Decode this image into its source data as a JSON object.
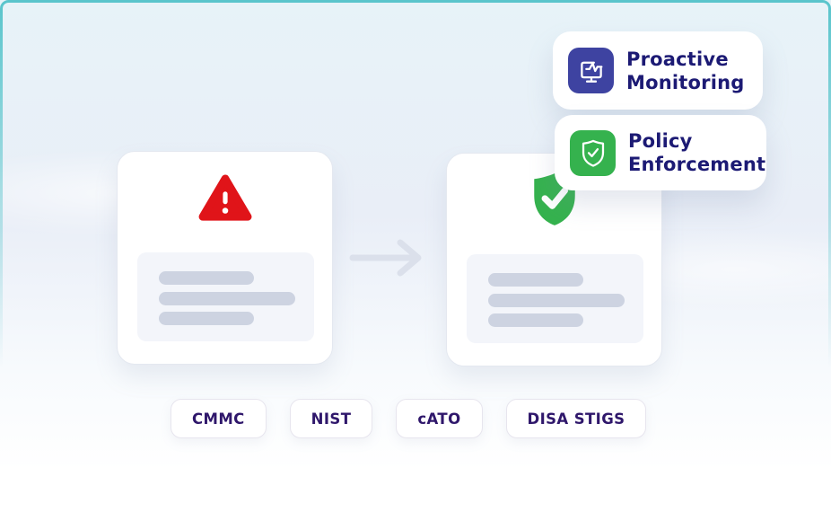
{
  "illustration": {
    "left_card": {
      "icon": "warning-triangle-icon",
      "skeleton_lines": 3
    },
    "right_card": {
      "icon": "shield-check-icon",
      "skeleton_lines": 3
    },
    "arrow_direction": "right"
  },
  "badges": [
    {
      "id": "proactive-monitoring",
      "line1": "Proactive",
      "line2": "Monitoring",
      "icon": "monitor-pulse-icon",
      "icon_bg": "#3e43a1"
    },
    {
      "id": "policy-enforcement",
      "line1": "Policy",
      "line2": "Enforcement",
      "icon": "shield-check-icon",
      "icon_bg": "#35b24e"
    }
  ],
  "tags": [
    "CMMC",
    "NIST",
    "cATO",
    "DISA STIGS"
  ],
  "colors": {
    "frame_border_teal": "#5ac5cc",
    "background_top": "#e7f3f8",
    "background_bottom": "#ffffff",
    "alert_red": "#e01419",
    "success_green": "#35b24e",
    "indigo_icon_bg": "#3e43a1",
    "badge_text_navy": "#1c1a74",
    "pill_text_purple": "#2f176b",
    "skeleton_bar_gray": "#cdd3e1",
    "skeleton_panel_gray": "#f3f5fa",
    "arrow_gray": "#dbe0eb"
  }
}
